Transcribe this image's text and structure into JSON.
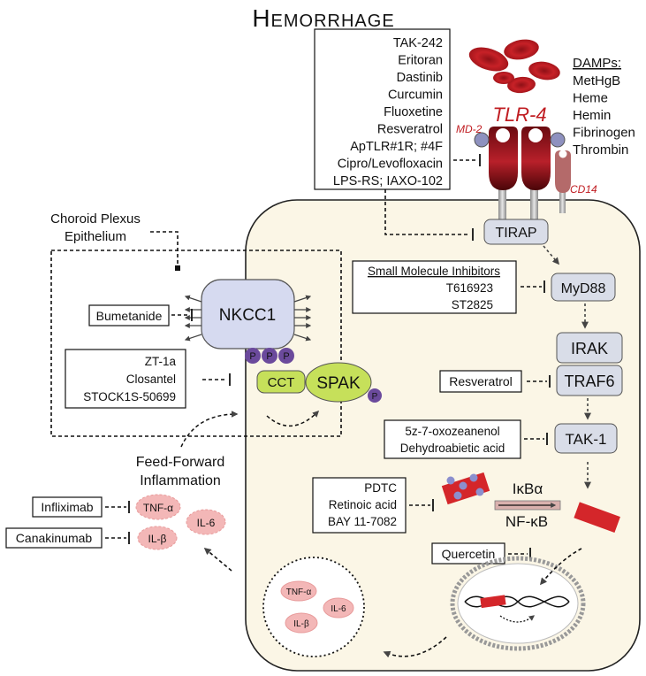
{
  "title": "Hemorrhage",
  "tlr4_inhibitors": [
    "TAK-242",
    "Eritoran",
    "Dastinib",
    "Curcumin",
    "Fluoxetine",
    "Resveratrol",
    "ApTLR#1R; #4F",
    "Cipro/Levofloxacin",
    "LPS-RS; IAXO-102"
  ],
  "receptor": {
    "name": "TLR-4",
    "md2": "MD-2",
    "cd14": "CD14"
  },
  "damps": {
    "heading": "DAMPs:",
    "items": [
      "MetHgB",
      "Heme",
      "Hemin",
      "Fibrinogen",
      "Thrombin"
    ]
  },
  "choroid_label": [
    "Choroid Plexus",
    "Epithelium"
  ],
  "adapters": {
    "tirap": "TIRAP",
    "myd88": "MyD88",
    "irak": "IRAK",
    "traf6": "TRAF6",
    "tak1": "TAK-1"
  },
  "myd88_inhibitors": {
    "heading": "Small Molecule Inhibitors",
    "items": [
      "T616923",
      "ST2825"
    ]
  },
  "traf6_inhibitor": "Resveratrol",
  "tak1_inhibitors": [
    "5z-7-oxozeanenol",
    "Dehydroabietic acid"
  ],
  "nfkb_inhibitors": [
    "PDTC",
    "Retinoic acid",
    "BAY 11-7082"
  ],
  "ikba_label": "IκBα",
  "nfkb_label": "NF-κB",
  "quercetin": "Quercetin",
  "nkcc1": {
    "name": "NKCC1",
    "inhibitor": "Bumetanide"
  },
  "spak_inhibitors": [
    "ZT-1a",
    "Closantel",
    "STOCK1S-50699"
  ],
  "spak": {
    "cct": "CCT",
    "spak": "SPAK",
    "phospho": "P"
  },
  "feed_forward": [
    "Feed-Forward",
    "Inflammation"
  ],
  "cytokine_inhibitors": [
    "Infliximab",
    "Canakinumab"
  ],
  "cytokines": {
    "tnfa": "TNF-α",
    "il6": "IL-6",
    "ilb": "IL-β"
  },
  "colors": {
    "cell": "#fbf6e6",
    "adapter": "#d9dde8",
    "spak": "#c6e05a",
    "phospho": "#6b4a9c",
    "cytokine": "#f3b7b7",
    "receptor": "#9e1b20",
    "blood": "#c01d22"
  }
}
